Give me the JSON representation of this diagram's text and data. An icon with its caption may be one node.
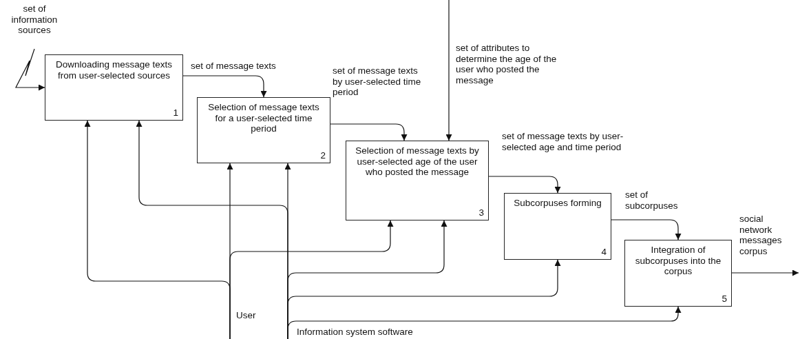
{
  "diagram": {
    "nodes": [
      {
        "text": [
          "Downloading message texts from user-selected sources",
          "1"
        ]
      },
      {
        "text": [
          "Selection of message texts for a user-selected time period",
          "2"
        ]
      },
      {
        "text": [
          "Selection of message texts by user-selected age of the user who posted the message",
          "3"
        ]
      },
      {
        "text": [
          "Subcorpuses forming",
          "4"
        ]
      },
      {
        "text": [
          "Integration of subcorpuses into the corpus",
          "5"
        ]
      },
      {
        "text": [
          "User"
        ]
      },
      {
        "text": [
          "Information system software"
        ]
      }
    ],
    "edges": [
      {
        "from": null,
        "to": 0,
        "arrow": "to",
        "label": "set of information sources"
      },
      {
        "from": 0,
        "to": 1,
        "arrow": "to",
        "label": "set of message texts"
      },
      {
        "from": 1,
        "to": 2,
        "arrow": "to",
        "label": "set of message texts by user-selected time period"
      },
      {
        "from": null,
        "to": 2,
        "arrow": "to",
        "label": "set of attributes to determine the age of the user who posted the message"
      },
      {
        "from": 2,
        "to": 3,
        "arrow": "to",
        "label": "set of message texts by user-selected age and time period"
      },
      {
        "from": 3,
        "to": 4,
        "arrow": "to",
        "label": "set of subcorpuses"
      },
      {
        "from": 4,
        "to": null,
        "arrow": "to",
        "label": "social network messages corpus"
      },
      {
        "from": 5,
        "to": 0,
        "arrow": "to"
      },
      {
        "from": 5,
        "to": 1,
        "arrow": "to"
      },
      {
        "from": 5,
        "to": 2,
        "arrow": "to"
      },
      {
        "from": 6,
        "to": 0,
        "arrow": "to"
      },
      {
        "from": 6,
        "to": 1,
        "arrow": "to"
      },
      {
        "from": 6,
        "to": 2,
        "arrow": "to"
      },
      {
        "from": 6,
        "to": 3,
        "arrow": "to"
      },
      {
        "from": 6,
        "to": 4,
        "arrow": "to"
      }
    ]
  }
}
